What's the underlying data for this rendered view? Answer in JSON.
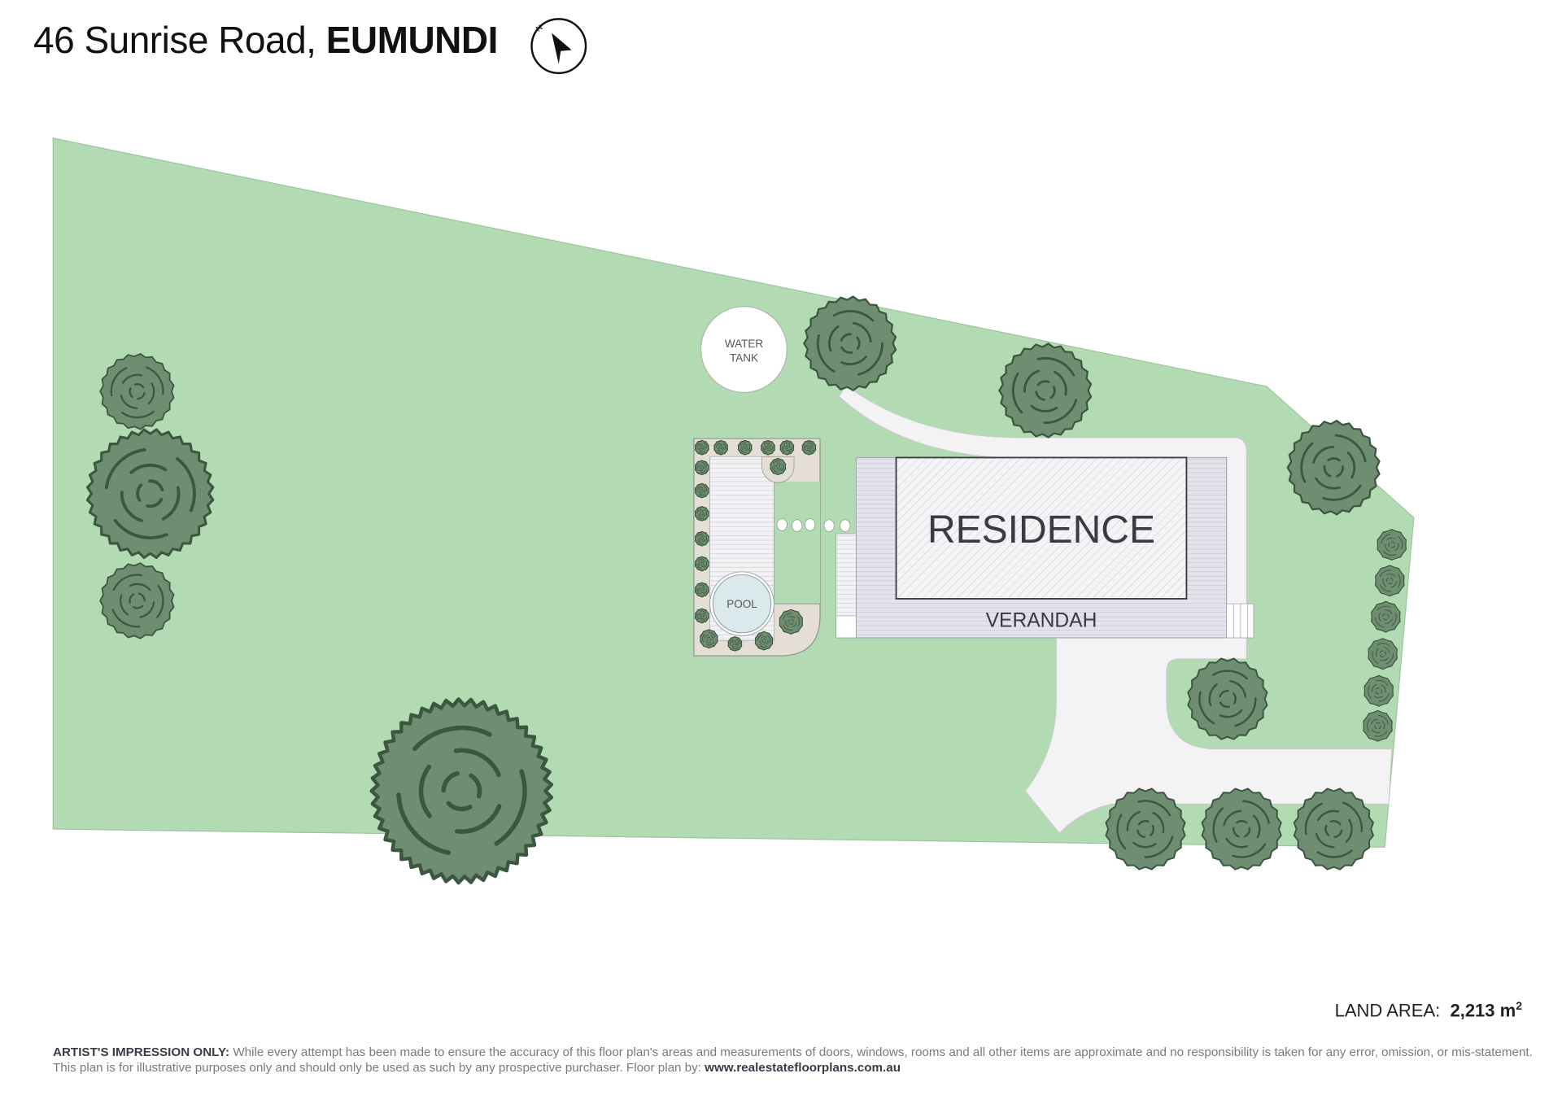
{
  "header": {
    "address": "46 Sunrise Road,",
    "suburb": "EUMUNDI",
    "compass_label": "N"
  },
  "labels": {
    "water_tank_line1": "WATER",
    "water_tank_line2": "TANK",
    "residence": "RESIDENCE",
    "verandah": "VERANDAH",
    "pool": "POOL"
  },
  "land_area": {
    "label": "LAND AREA:",
    "value": "2,213 m",
    "unit_sup": "2"
  },
  "footer": {
    "disclaimer_heading": "ARTIST'S IMPRESSION ONLY:",
    "disclaimer_text": "While every attempt has been made to ensure the accuracy of this floor plan's areas and measurements of doors, windows, rooms and all other items are approximate and no responsibility is taken for any error, omission, or mis-statement. This plan is for illustrative purposes only and should only be used as such by any prospective purchaser. Floor plan by:",
    "website": "www.realestatefloorplans.com.au"
  },
  "colors": {
    "lawn": "#b3dbb3",
    "tree": "#6f8e71",
    "tree_outline": "#3c573f",
    "path": "#f3f3f6",
    "deck": "#e2e2ea",
    "pool_surround": "#e5ded6",
    "pool_water": "#dbe9ec"
  }
}
